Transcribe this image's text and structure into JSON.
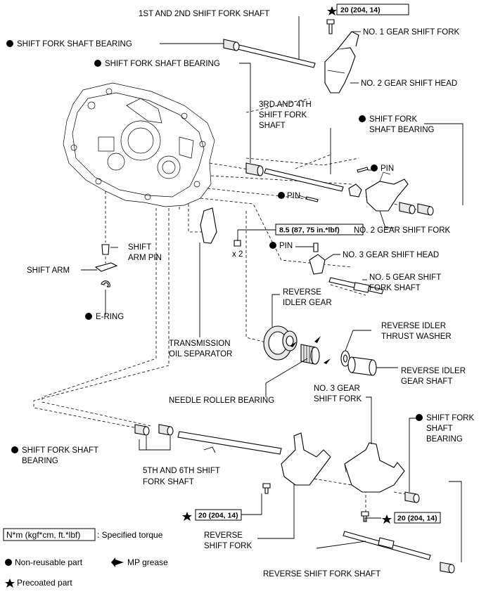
{
  "labels": {
    "shaft_1st_2nd": "1ST AND 2ND SHIFT FORK SHAFT",
    "gear_shift_fork_1": "NO. 1 GEAR SHIFT FORK",
    "bearing_top_left": "SHIFT FORK SHAFT BEARING",
    "bearing_mid": "SHIFT FORK SHAFT BEARING",
    "gear_shift_head_2": "NO. 2 GEAR SHIFT HEAD",
    "shaft_3rd_4th_l1": "3RD AND 4TH",
    "shaft_3rd_4th_l2": "SHIFT FORK",
    "shaft_3rd_4th_l3": "SHAFT",
    "bearing_right_l1": "SHIFT FORK",
    "bearing_right_l2": "SHAFT BEARING",
    "pin_right": "PIN",
    "pin_left": "PIN",
    "gear_shift_fork_2": "NO. 2 GEAR SHIFT FORK",
    "pin_3": "PIN",
    "gear_shift_head_3": "NO. 3 GEAR SHIFT HEAD",
    "shift_arm_pin_l1": "SHIFT",
    "shift_arm_pin_l2": "ARM PIN",
    "shift_arm": "SHIFT ARM",
    "gear_shift_fork_shaft_5_l1": "NO. 5 GEAR SHIFT",
    "gear_shift_fork_shaft_5_l2": "FORK SHAFT",
    "reverse_idler_gear_l1": "REVERSE",
    "reverse_idler_gear_l2": "IDLER GEAR",
    "e_ring": "E-RING",
    "x2": "x 2",
    "thrust_washer_l1": "REVERSE IDLER",
    "thrust_washer_l2": "THRUST WASHER",
    "oil_separator_l1": "TRANSMISSION",
    "oil_separator_l2": "OIL SEPARATOR",
    "idler_gear_shaft_l1": "REVERSE IDLER",
    "idler_gear_shaft_l2": "GEAR SHAFT",
    "gear_shift_fork_3_l1": "NO. 3 GEAR",
    "gear_shift_fork_3_l2": "SHIFT FORK",
    "needle_roller_bearing": "NEEDLE ROLLER BEARING",
    "bearing_bottom_right_l1": "SHIFT FORK",
    "bearing_bottom_right_l2": "SHAFT",
    "bearing_bottom_right_l3": "BEARING",
    "bearing_bottom_left_l1": "SHIFT FORK SHAFT",
    "bearing_bottom_left_l2": "BEARING",
    "shaft_5th_6th_l1": "5TH AND 6TH SHIFT",
    "shaft_5th_6th_l2": "FORK SHAFT",
    "reverse_shift_fork_l1": "REVERSE",
    "reverse_shift_fork_l2": "SHIFT FORK",
    "reverse_shift_fork_shaft": "REVERSE SHIFT FORK SHAFT"
  },
  "torques": {
    "top": "20 (204, 14)",
    "oil_separator": "8.5 (87, 75 in.*lbf)",
    "bottom_left": "20 (204, 14)",
    "bottom_right": "20 (204, 14)"
  },
  "legend": {
    "torque_box": "N*m (kgf*cm, ft.*lbf)",
    "torque_text": ": Specified torque",
    "non_reusable": "Non-reusable part",
    "mp_grease": "MP grease",
    "precoated": "Precoated part"
  }
}
